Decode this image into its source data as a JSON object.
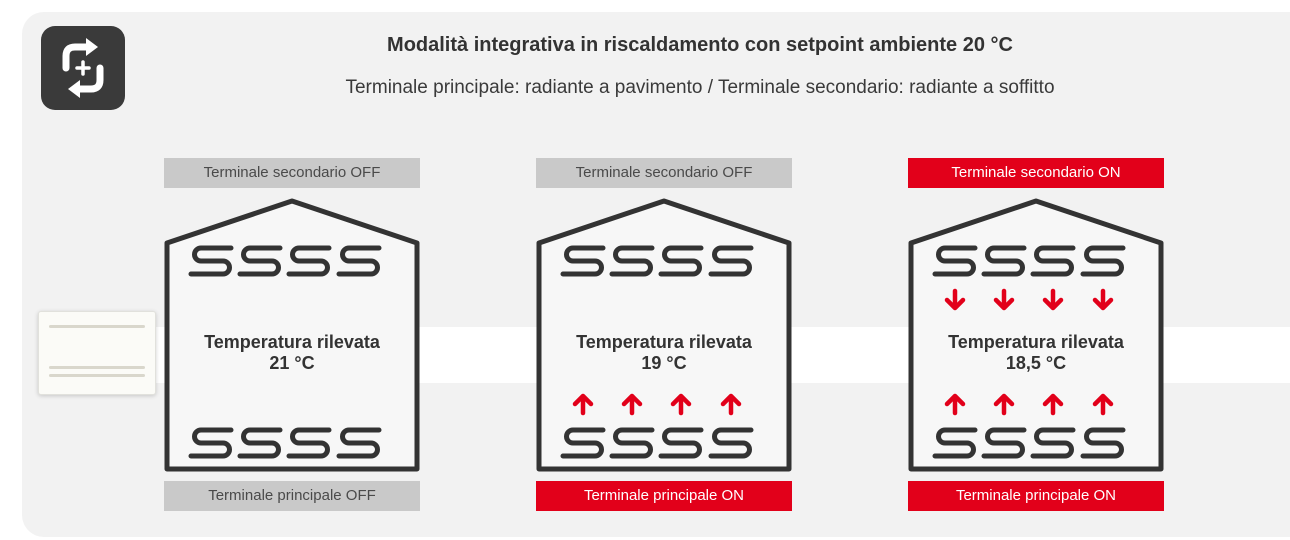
{
  "header": {
    "mode_icon": "integrative-mode-icon",
    "title": "Modalità integrativa in riscaldamento con setpoint ambiente 20 °C",
    "subtitle": "Terminale principale: radiante a pavimento / Terminale secondario: radiante a soffitto"
  },
  "thermostat_icon": "room-thermostat-image",
  "colors": {
    "on": "#e2001a",
    "off": "#c9c9c9",
    "house": "#333333",
    "arrow": "#e2001a"
  },
  "scenarios": [
    {
      "secondary_label": "Terminale secondario OFF",
      "secondary_on": false,
      "temp_label": "Temperatura rilevata",
      "temp_value": "21 °C",
      "primary_label": "Terminale principale OFF",
      "primary_on": false
    },
    {
      "secondary_label": "Terminale secondario OFF",
      "secondary_on": false,
      "temp_label": "Temperatura rilevata",
      "temp_value": "19 °C",
      "primary_label": "Terminale principale ON",
      "primary_on": true
    },
    {
      "secondary_label": "Terminale secondario ON",
      "secondary_on": true,
      "temp_label": "Temperatura rilevata",
      "temp_value": "18,5 °C",
      "primary_label": "Terminale principale ON",
      "primary_on": true
    }
  ]
}
